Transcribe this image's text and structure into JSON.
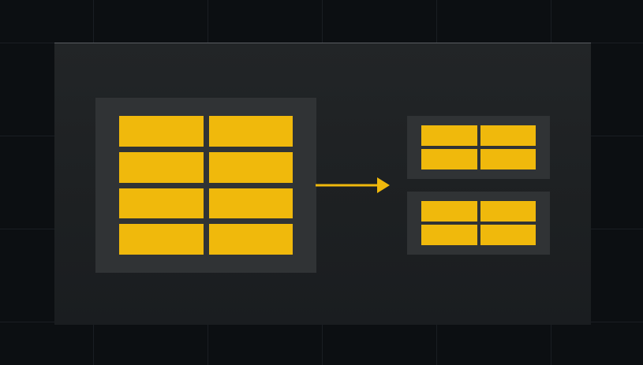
{
  "diagram": {
    "kind": "partition-split",
    "colors": {
      "background": "#0c0f12",
      "panel": "#1d2022",
      "card": "#303335",
      "cell": "#f0b90c",
      "arrow": "#f0b90c"
    },
    "source": {
      "rows": 4,
      "cols": 2,
      "cell_count": 8
    },
    "outputs": [
      {
        "rows": 2,
        "cols": 2,
        "cell_count": 4
      },
      {
        "rows": 2,
        "cols": 2,
        "cell_count": 4
      }
    ],
    "connector": {
      "icon": "arrow-right-icon",
      "direction": "right"
    }
  }
}
